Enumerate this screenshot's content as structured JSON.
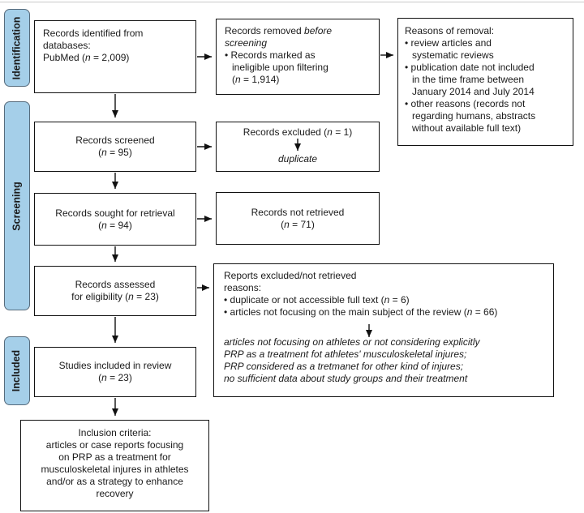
{
  "palette": {
    "stage_fill": "#A5CFE9",
    "stage_border": "#566B7C",
    "box_border": "#111111",
    "arrow_color": "#111111",
    "text_color": "#1A1A1A",
    "divider": "#C9C9C9",
    "background": "#FFFFFF"
  },
  "stages": {
    "identification": "Identification",
    "screening": "Screening",
    "included": "Included"
  },
  "boxes": {
    "identified": {
      "lines": "Records identified from\ndatabases:",
      "pubmed_pre": "PubMed (",
      "n": "n",
      "pubmed_post": " = 2,009)"
    },
    "removed": {
      "title_pre": "Records removed ",
      "title_em": "before screening",
      "bullet_pre": "• Records marked as\nineligible upon filtering\n(",
      "n": "n",
      "bullet_post": " = 1,914)"
    },
    "reasons": {
      "title": "Reasons of removal:",
      "bullets": [
        "• review articles and\nsystematic reviews",
        "• publication date not included\nin the time frame between\nJanuary 2014 and July 2014",
        "• other reasons (records not\nregarding humans, abstracts\nwithout available full text)"
      ]
    },
    "screened": {
      "title": "Records screened",
      "n_pre": "(",
      "n": "n",
      "n_post": " = 95)"
    },
    "excluded": {
      "title_pre": "Records excluded (",
      "n": "n",
      "title_post": " = 1)",
      "note": "duplicate"
    },
    "sought": {
      "title": "Records sought for retrieval",
      "n_pre": "(",
      "n": "n",
      "n_post": " = 94)"
    },
    "not_retrieved": {
      "title": "Records not retrieved",
      "n_pre": "(",
      "n": "n",
      "n_post": " = 71)"
    },
    "assessed": {
      "line1": "Records assessed",
      "line2_pre": "for eligibility (",
      "n": "n",
      "line2_post": " = 23)"
    },
    "reports_excluded": {
      "title": "Reports excluded/not retrieved\nreasons:",
      "bullet1_pre": "• duplicate or not accessible full text (",
      "bullet1_n": "n",
      "bullet1_post": " = 6)",
      "bullet2_pre": "• articles not focusing on the main subject of the review (",
      "bullet2_n": "n",
      "bullet2_post": " = 66)",
      "details": "articles not focusing on athletes or not considering explicitly\nPRP as a treatment fot athletes' musculoskeletal injures;\nPRP considered as a tretmanet for other kind of injures;\nno sufficient data about study groups and their treatment"
    },
    "studies": {
      "title": "Studies included in review",
      "n_pre": "(",
      "n": "n",
      "n_post": " = 23)"
    },
    "inclusion": "Inclusion criteria:\narticles or case reports focusing\non PRP as a treatment for\nmusculoskeletal injures in athletes\nand/or as a strategy to enhance\nrecovery"
  }
}
